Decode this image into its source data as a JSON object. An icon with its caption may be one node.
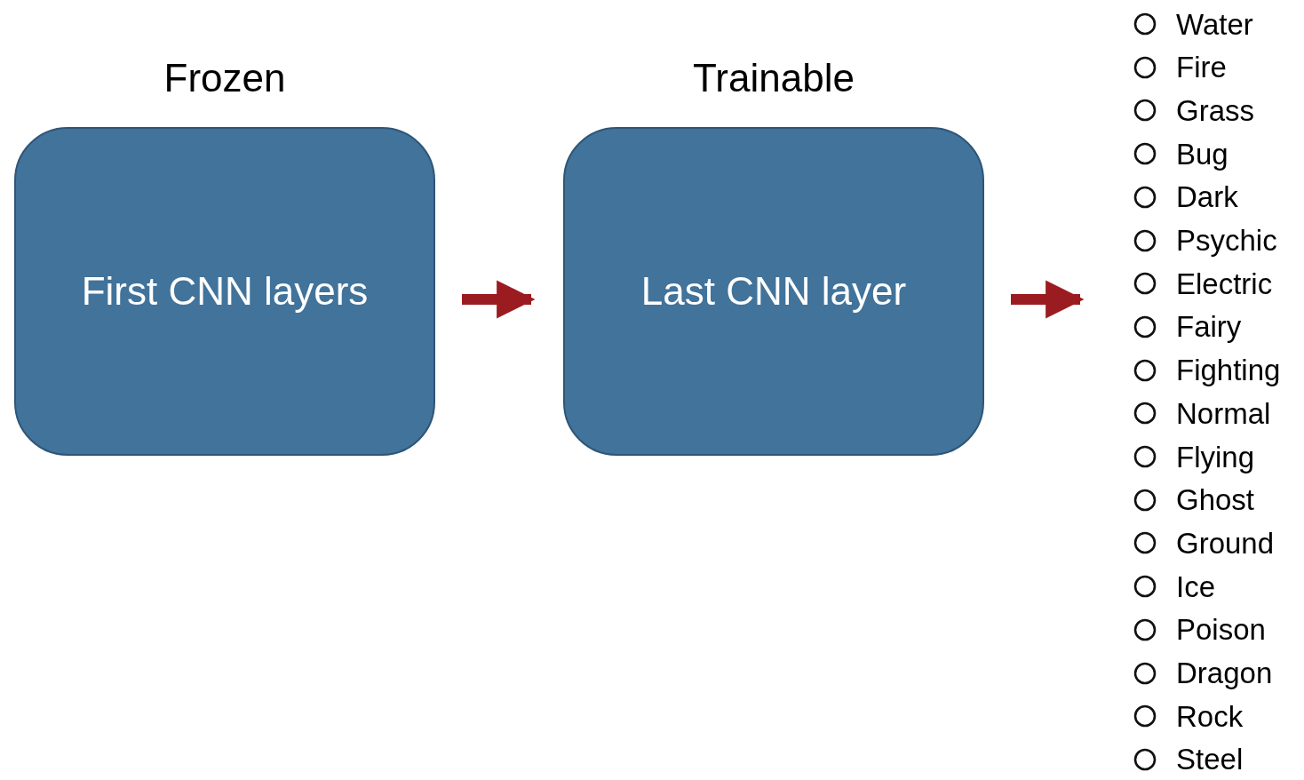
{
  "diagram": {
    "nodes": [
      {
        "text": [
          "Frozen",
          "First CNN layers"
        ]
      },
      {
        "text": [
          "Trainable",
          "Last CNN layer"
        ]
      },
      {
        "text": [
          "Water",
          "Fire",
          "Grass",
          "Bug",
          "Dark",
          "Psychic",
          "Electric",
          "Fairy",
          "Fighting",
          "Normal",
          "Flying",
          "Ghost",
          "Ground",
          "Ice",
          "Poison",
          "Dragon",
          "Rock",
          "Steel"
        ]
      }
    ],
    "edges": [
      {
        "from": 0,
        "to": 1,
        "arrow": "to"
      },
      {
        "from": 1,
        "to": 2,
        "arrow": "to"
      }
    ]
  }
}
